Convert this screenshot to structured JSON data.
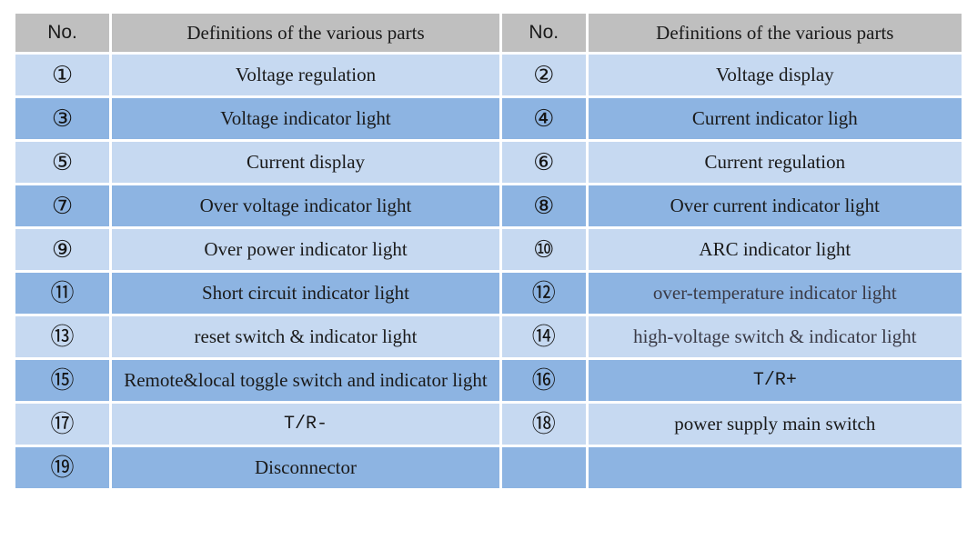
{
  "table": {
    "headers": [
      "No.",
      "Definitions of the various parts",
      "No.",
      "Definitions of the various parts"
    ],
    "rows": [
      {
        "c0": "①",
        "c1": "Voltage regulation",
        "c2": "②",
        "c3": "Voltage display"
      },
      {
        "c0": "③",
        "c1": "Voltage indicator light",
        "c2": "④",
        "c3": "Current indicator ligh"
      },
      {
        "c0": "⑤",
        "c1": "Current display",
        "c2": "⑥",
        "c3": "Current regulation"
      },
      {
        "c0": "⑦",
        "c1": "Over voltage indicator light",
        "c2": "⑧",
        "c3": "Over current indicator light"
      },
      {
        "c0": "⑨",
        "c1": "Over power indicator light",
        "c2": "⑩",
        "c3": "ARC indicator light"
      },
      {
        "c0": "⑪",
        "c1": "Short circuit indicator light",
        "c2": "⑫",
        "c3": "over-temperature indicator light"
      },
      {
        "c0": "⑬",
        "c1": "reset switch & indicator light",
        "c2": "⑭",
        "c3": "high-voltage switch & indicator light"
      },
      {
        "c0": "⑮",
        "c1": "Remote&local toggle switch and indicator light",
        "c2": "⑯",
        "c3": "T/R+"
      },
      {
        "c0": "⑰",
        "c1": "T/R-",
        "c2": "⑱",
        "c3": "power supply main switch"
      },
      {
        "c0": "⑲",
        "c1": "Disconnector",
        "c2": "",
        "c3": ""
      }
    ]
  },
  "colors": {
    "header_bg": "#BFBFBF",
    "row_light": "#C6D9F1",
    "row_dark": "#8DB4E2",
    "gap": "#FFFFFF",
    "text": "#1A1A1A"
  }
}
